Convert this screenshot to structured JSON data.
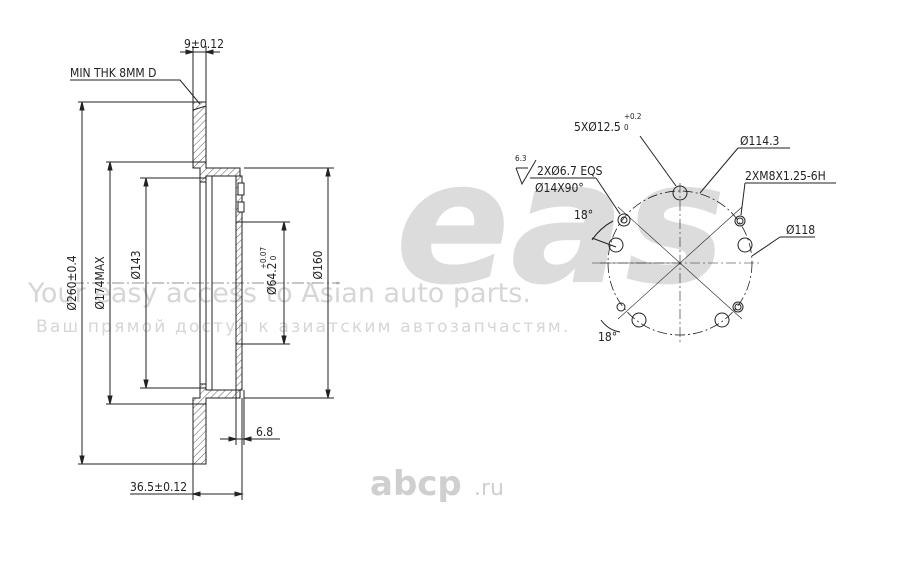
{
  "watermark": {
    "logo": "eas",
    "line_en": "Your easy access to Asian auto parts.",
    "line_ru": "Ваш прямой доступ к азиатским автозапчастям.",
    "brand": "abcp",
    "brand_suffix": ".ru"
  },
  "side_view": {
    "thickness": "9±0.12",
    "min_thickness": "MIN THK 8MM D",
    "outer_diameter": "Ø260±0.4",
    "friction_inner": "Ø174MAX",
    "hat_diameter": "Ø143",
    "center_bore": "Ø64.2",
    "center_bore_tol_upper": "+0.07",
    "center_bore_tol_lower": "0",
    "hub_diameter": "Ø160",
    "hat_offset": "6.8",
    "overall_height": "36.5±0.12"
  },
  "front_view": {
    "bolt_holes": "5XØ12.5",
    "bolt_holes_tol_upper": "+0.2",
    "bolt_holes_tol_lower": "0",
    "bolt_circle": "Ø114.3",
    "roughness": "6.3",
    "countersunk_holes": "2XØ6.7 EQS",
    "countersink": "Ø14X90°",
    "thread_holes": "2XM8X1.25-6H",
    "thread_circle": "Ø118",
    "angle_top": "18°",
    "angle_bottom": "18°"
  }
}
